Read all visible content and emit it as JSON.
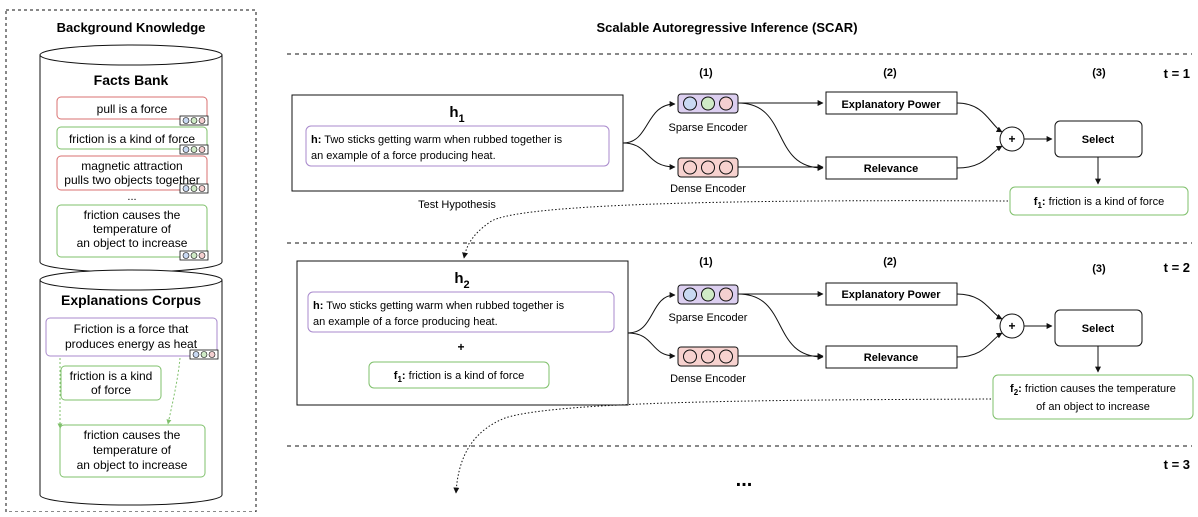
{
  "left": {
    "title": "Background Knowledge",
    "facts_bank": {
      "title": "Facts Bank",
      "items": [
        {
          "lines": [
            "pull is a force"
          ]
        },
        {
          "lines": [
            "friction is a kind of force"
          ]
        },
        {
          "lines": [
            "magnetic attraction",
            "pulls two objects together"
          ]
        },
        {
          "lines": [
            "..."
          ]
        },
        {
          "lines": [
            "friction causes the",
            "temperature of",
            "an object to increase"
          ]
        }
      ]
    },
    "explanations_corpus": {
      "title": "Explanations Corpus",
      "items": [
        {
          "lines": [
            "Friction is a force that",
            "produces energy as heat"
          ]
        },
        {
          "lines": [
            "friction is a kind",
            "of force"
          ]
        },
        {
          "lines": [
            "friction causes the",
            "temperature of",
            "an object to increase"
          ]
        }
      ]
    }
  },
  "right": {
    "title": "Scalable Autoregressive Inference (SCAR)",
    "steps": [
      {
        "t_label": "t = 1",
        "hypothesis": {
          "title": "h",
          "subscript": "1",
          "h_prefix": "h:",
          "h_lines": [
            "Two sticks getting warm when rubbed together is",
            "an example of a force producing heat."
          ],
          "caption": "Test Hypothesis"
        },
        "col_labels": [
          "(1)",
          "(2)",
          "(3)"
        ],
        "sparse_encoder": "Sparse Encoder",
        "dense_encoder": "Dense Encoder",
        "explanatory_power": "Explanatory Power",
        "relevance": "Relevance",
        "plus": "+",
        "select": "Select",
        "result": {
          "prefix": "f",
          "sub": "1",
          "lines": [
            "friction is a kind of force"
          ]
        }
      },
      {
        "t_label": "t = 2",
        "hypothesis": {
          "title": "h",
          "subscript": "2",
          "h_prefix": "h:",
          "h_lines": [
            "Two sticks getting warm when rubbed together is",
            "an example of a force producing heat."
          ],
          "plus": "+",
          "fact": {
            "prefix": "f",
            "sub": "1",
            "text": "friction is a kind of force"
          }
        },
        "col_labels": [
          "(1)",
          "(2)",
          "(3)"
        ],
        "sparse_encoder": "Sparse Encoder",
        "dense_encoder": "Dense Encoder",
        "explanatory_power": "Explanatory Power",
        "relevance": "Relevance",
        "plus": "+",
        "select": "Select",
        "result": {
          "prefix": "f",
          "sub": "2",
          "lines": [
            "friction causes the temperature",
            "of an object to increase"
          ]
        }
      },
      {
        "t_label": "t = 3",
        "ellipsis": "..."
      }
    ]
  },
  "colors": {
    "red_border": "#d97070",
    "green_border": "#7fc06b",
    "purple_border": "#a889cc",
    "purple_fill": "#dccff0",
    "red_fill": "#f7d2cf",
    "green_dot": "#cfeac6",
    "blue_dot": "#c9d9f2",
    "pink_dot": "#f4cfd0"
  }
}
